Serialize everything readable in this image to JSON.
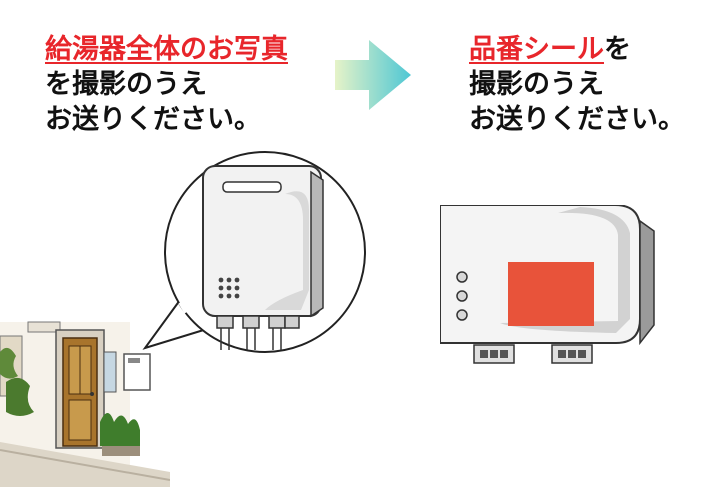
{
  "left": {
    "highlight": "給湯器全体のお写真",
    "line2": "を撮影のうえ",
    "line3": "お送りください。"
  },
  "right": {
    "highlight": "品番シール",
    "suffix": "を",
    "line2": "撮影のうえ",
    "line3": "お送りください。"
  },
  "colors": {
    "highlight": "#e8262b",
    "arrow_start": "#e6f3c8",
    "arrow_end": "#4ec7d4",
    "label_sticker": "#e8533a"
  }
}
